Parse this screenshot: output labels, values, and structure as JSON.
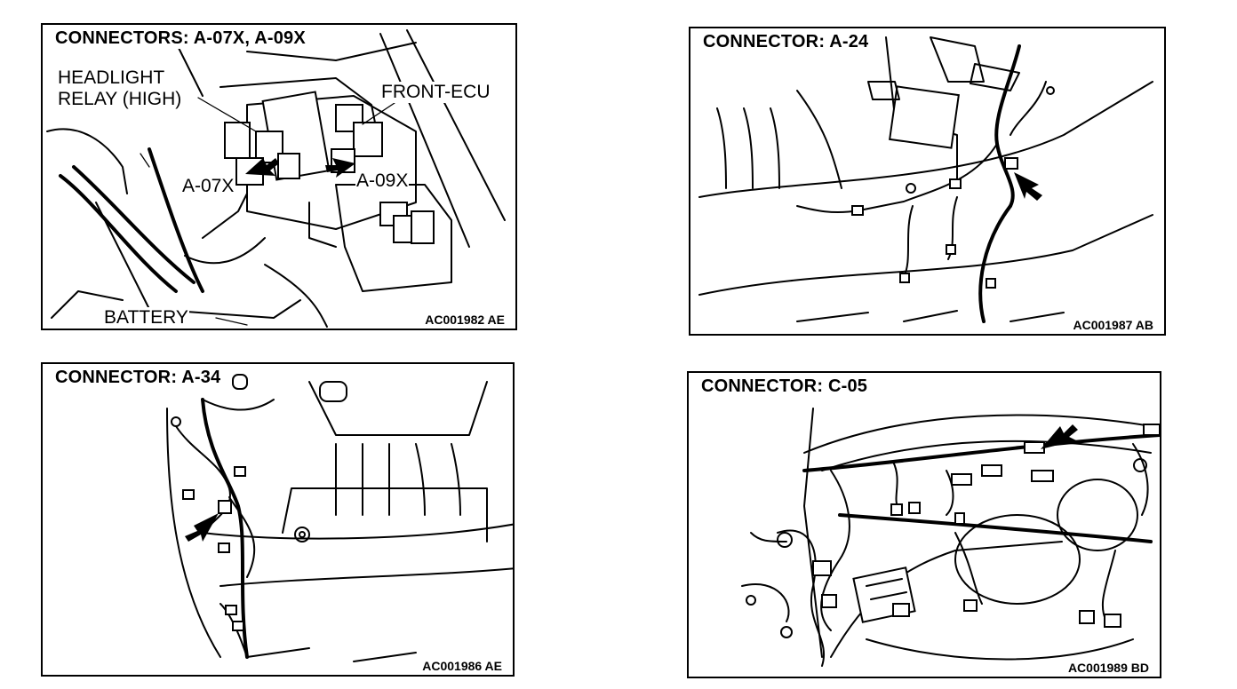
{
  "panels": [
    {
      "title": "CONNECTORS: A-07X, A-09X",
      "code": "AC001982 AE",
      "labels": {
        "headlight_relay_line1": "HEADLIGHT",
        "headlight_relay_line2": "RELAY (HIGH)",
        "front_ecu": "FRONT-ECU",
        "a07x": "A-07X",
        "a09x": "A-09X",
        "battery": "BATTERY"
      }
    },
    {
      "title": "CONNECTOR: A-24",
      "code": "AC001987 AB"
    },
    {
      "title": "CONNECTOR: A-34",
      "code": "AC001986 AE"
    },
    {
      "title": "CONNECTOR: C-05",
      "code": "AC001989 BD"
    }
  ]
}
